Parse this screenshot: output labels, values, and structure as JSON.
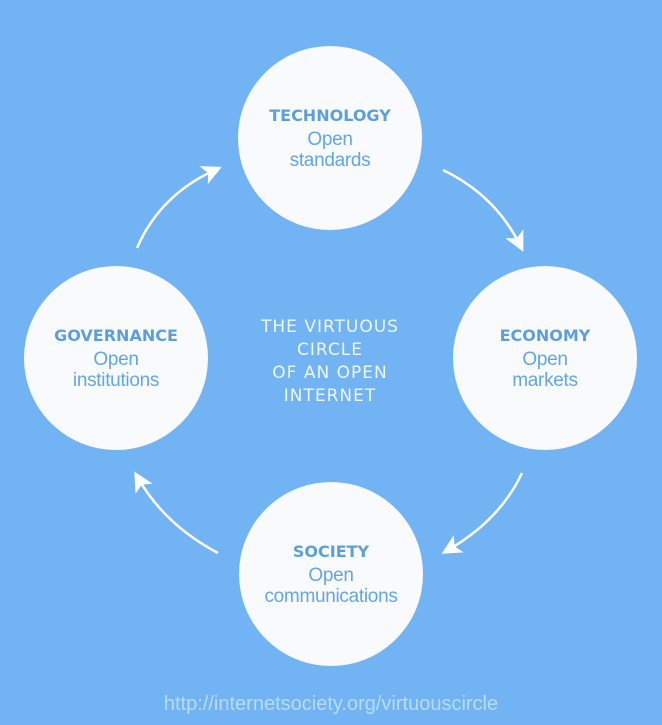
{
  "title": "THE VIRTUOUS\nCIRCLE\nOF AN OPEN\nINTERNET",
  "nodes": [
    {
      "title": "TECHNOLOGY",
      "subtitle": "Open\nstandards"
    },
    {
      "title": "ECONOMY",
      "subtitle": "Open\nmarkets"
    },
    {
      "title": "SOCIETY",
      "subtitle": "Open\ncommunications"
    },
    {
      "title": "GOVERNANCE",
      "subtitle": "Open\ninstitutions"
    }
  ],
  "source_url": "http://internetsociety.org/virtuouscircle",
  "colors": {
    "background": "#72b4f3",
    "node": "#f9fafb",
    "text": "#5d9fdc"
  }
}
